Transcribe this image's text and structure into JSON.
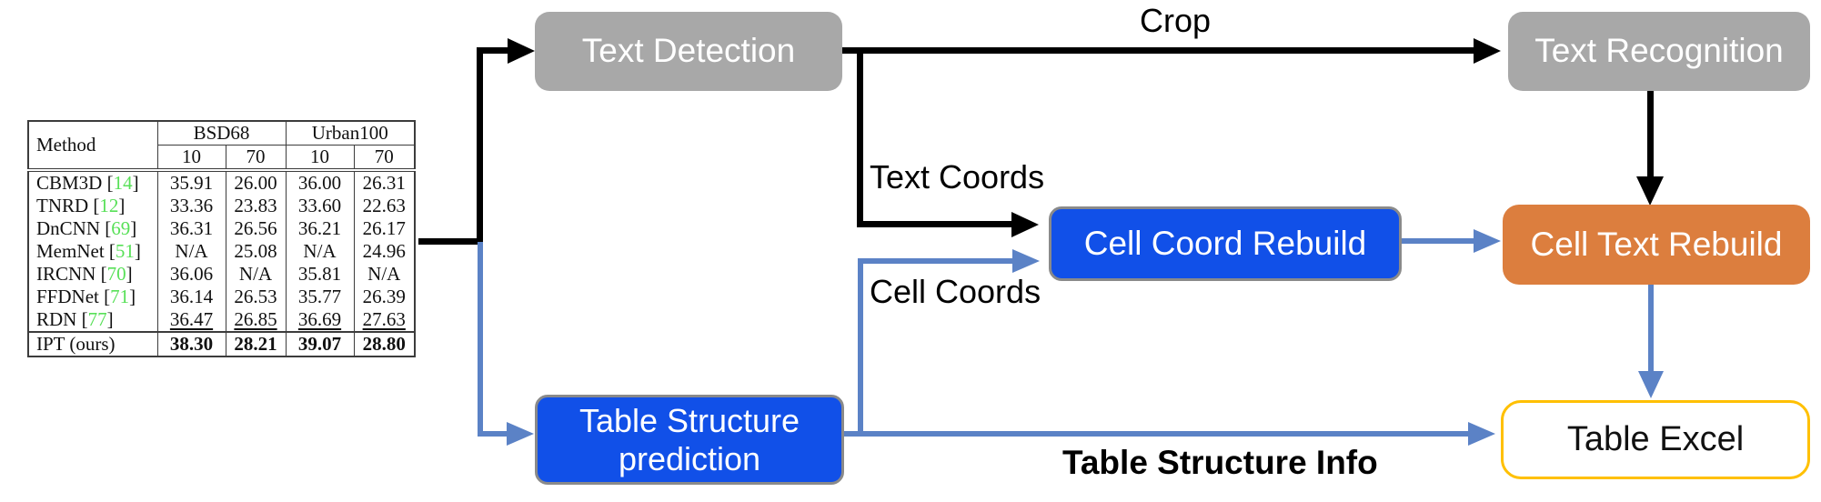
{
  "diagram": {
    "boxes": {
      "text_detection": "Text Detection",
      "text_recognition": "Text Recognition",
      "cell_coord_rebuild": "Cell Coord Rebuild",
      "cell_text_rebuild": "Cell Text Rebuild",
      "table_structure_prediction": "Table Structure prediction",
      "table_excel": "Table Excel"
    },
    "arrow_labels": {
      "crop": "Crop",
      "text_coords": "Text Coords",
      "cell_coords": "Cell Coords",
      "table_structure_info": "Table Structure Info"
    },
    "colors": {
      "box_gray": "#a8a8a8",
      "box_blue": "#1150e8",
      "box_orange": "#dc7e3e",
      "table_excel_border": "#ffc000",
      "arrow_blue": "#5b82c6",
      "arrow_black": "#000000",
      "citation_green": "#58e058"
    }
  },
  "table_image": {
    "header": {
      "method": "Method",
      "groups": [
        "BSD68",
        "Urban100"
      ],
      "noise_levels": [
        "10",
        "70",
        "10",
        "70"
      ]
    },
    "rows": [
      {
        "method": "CBM3D",
        "ref": "14",
        "values": [
          "35.91",
          "26.00",
          "36.00",
          "26.31"
        ],
        "style": "normal"
      },
      {
        "method": "TNRD",
        "ref": "12",
        "values": [
          "33.36",
          "23.83",
          "33.60",
          "22.63"
        ],
        "style": "normal"
      },
      {
        "method": "DnCNN",
        "ref": "69",
        "values": [
          "36.31",
          "26.56",
          "36.21",
          "26.17"
        ],
        "style": "normal"
      },
      {
        "method": "MemNet",
        "ref": "51",
        "values": [
          "N/A",
          "25.08",
          "N/A",
          "24.96"
        ],
        "style": "normal"
      },
      {
        "method": "IRCNN",
        "ref": "70",
        "values": [
          "36.06",
          "N/A",
          "35.81",
          "N/A"
        ],
        "style": "normal"
      },
      {
        "method": "FFDNet",
        "ref": "71",
        "values": [
          "36.14",
          "26.53",
          "35.77",
          "26.39"
        ],
        "style": "normal"
      },
      {
        "method": "RDN",
        "ref": "77",
        "values": [
          "36.47",
          "26.85",
          "36.69",
          "27.63"
        ],
        "style": "underline"
      },
      {
        "method": "IPT (ours)",
        "ref": null,
        "values": [
          "38.30",
          "28.21",
          "39.07",
          "28.80"
        ],
        "style": "bold",
        "separator_above": true
      }
    ]
  }
}
